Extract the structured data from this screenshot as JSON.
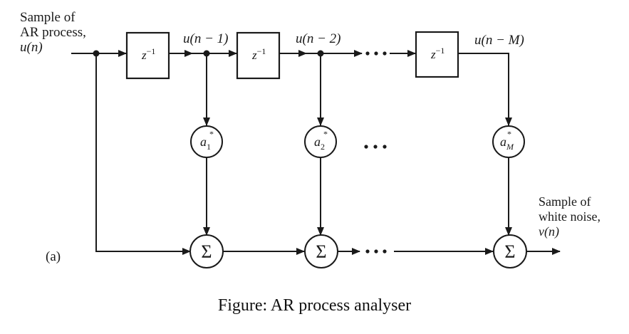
{
  "diagram": {
    "part_label": "(a)",
    "input_label": {
      "line1": "Sample of",
      "line2": "AR process,",
      "signal": "u(n)"
    },
    "output_label": {
      "line1": "Sample of",
      "line2": "white noise,",
      "signal": "ν(n)"
    },
    "delay_blocks": [
      {
        "label": "z",
        "exp": "−1"
      },
      {
        "label": "z",
        "exp": "−1"
      },
      {
        "label": "z",
        "exp": "−1"
      }
    ],
    "tap_labels": [
      "u(n − 1)",
      "u(n − 2)",
      "u(n − M)"
    ],
    "weights": [
      {
        "base": "a",
        "sub": "1",
        "sup": "*"
      },
      {
        "base": "a",
        "sub": "2",
        "sup": "*"
      },
      {
        "base": "a",
        "sub": "M",
        "sup": "*"
      }
    ],
    "summer_symbol": "Σ",
    "ellipsis": "• • •"
  },
  "caption": "Figure: AR process analyser"
}
